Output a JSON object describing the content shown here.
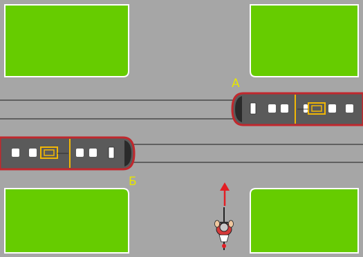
{
  "colors": {
    "grass": "#66cc00",
    "road": "#a6a6a6",
    "curb": "#ffffff",
    "rail": "#1a1a1a",
    "tram_body": "#5a5a5a",
    "tram_outline": "#c0282d",
    "tram_window": "#ffffff",
    "pantograph": "#f2b705",
    "label": "#e6e600",
    "arrow": "#e31e24",
    "cyclist_shirt": "#d43a3a"
  },
  "trams": [
    {
      "id": "A",
      "label": "А",
      "direction": "left"
    },
    {
      "id": "B",
      "label": "Б",
      "direction": "right"
    }
  ],
  "cyclist": {
    "heading": "up",
    "arrow": "up"
  }
}
